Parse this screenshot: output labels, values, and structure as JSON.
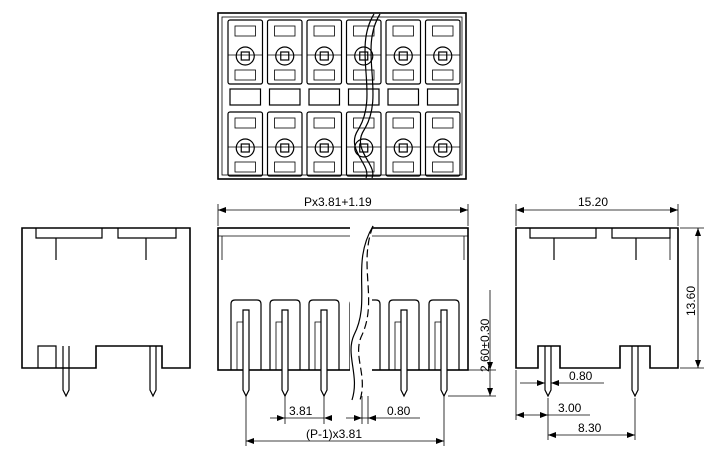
{
  "dimensions": {
    "top_span": "Px3.81+1.19",
    "width_side": "15.20",
    "height_side": "13.60",
    "pin_length": "2.60±0.30",
    "pitch": "3.81",
    "pin_width_front": "0.80",
    "total_pitch": "(P-1)x3.81",
    "pin_width_side": "0.80",
    "side_pin_offset": "3.00",
    "side_pin_span": "8.30"
  }
}
